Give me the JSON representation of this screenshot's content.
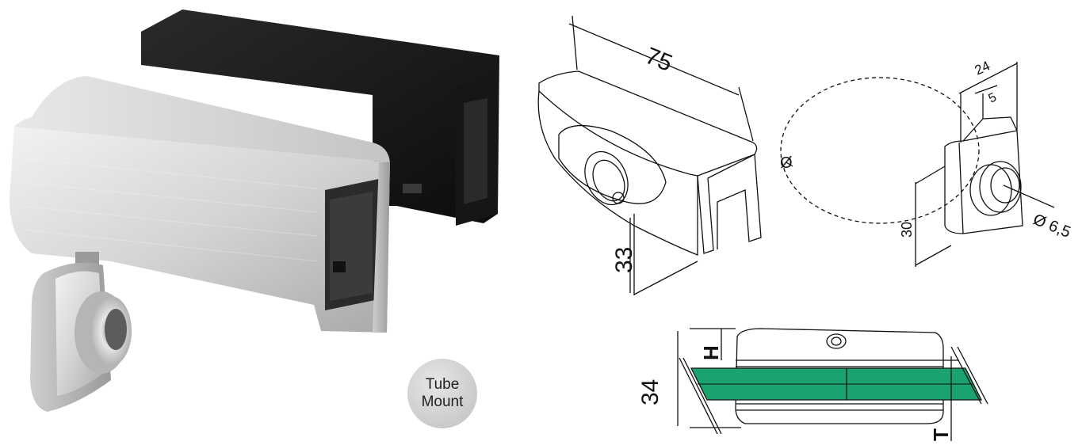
{
  "badge": {
    "line1": "Tube",
    "line2": "Mount"
  },
  "drawing_top_left": {
    "length_label": "75",
    "height_label": "33"
  },
  "drawing_top_right": {
    "diameter_symbol": "Ø",
    "width_label": "24",
    "slot_label": "5",
    "height_label": "30",
    "bolt_label": "Ø 6,5"
  },
  "drawing_section": {
    "height_label": "34",
    "h_label": "H",
    "t_label": "T"
  },
  "colors": {
    "glass": "#1aa36f",
    "housing_dark": "#1e1e1e",
    "steel_light": "#d9d9d9",
    "badge": "#cfcfcf"
  }
}
